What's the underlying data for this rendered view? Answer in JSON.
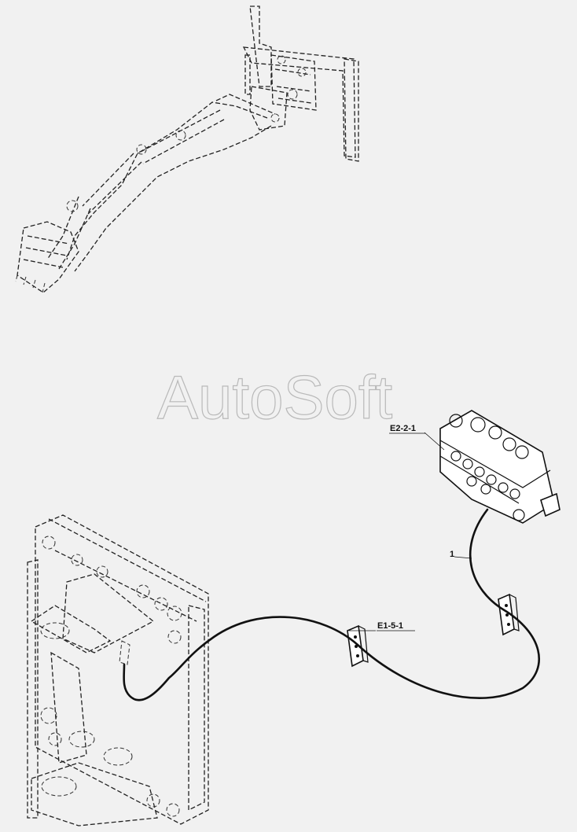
{
  "watermark": {
    "text": "AutoSoft"
  },
  "callouts": [
    {
      "id": "valve",
      "label": "E2-2-1"
    },
    {
      "id": "clamp",
      "label": "E1-5-1"
    },
    {
      "id": "hose",
      "label": "1"
    }
  ],
  "colors": {
    "background": "#f1f1f1",
    "line": "#111111",
    "watermark": "#b9b9b9"
  }
}
